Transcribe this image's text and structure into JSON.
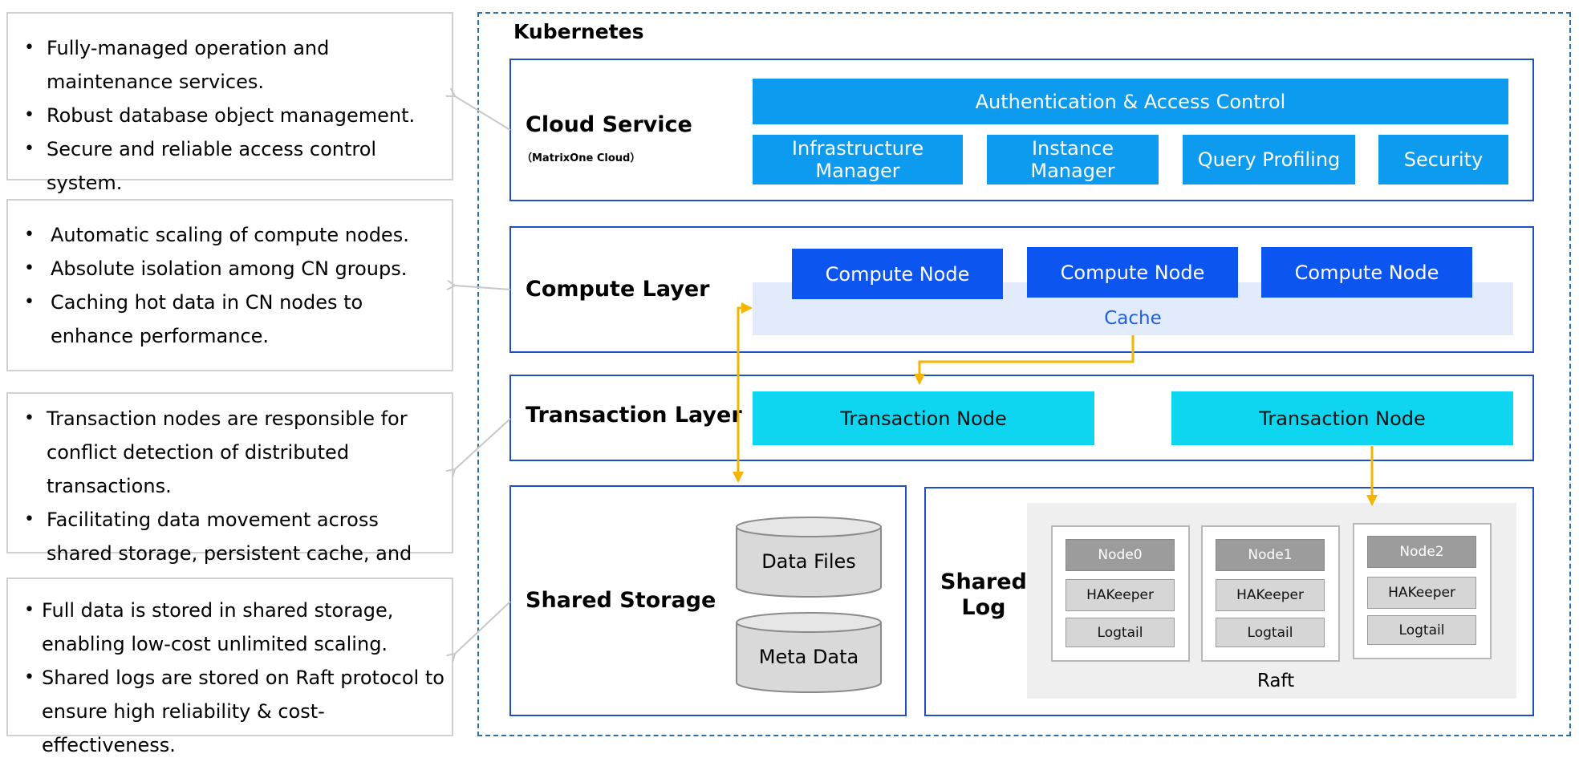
{
  "descriptions": [
    [
      "Fully-managed operation and maintenance services.",
      "Robust database object management.",
      "Secure and reliable access control system."
    ],
    [
      "Automatic scaling of compute nodes.",
      "Absolute isolation among CN groups.",
      "Caching hot data in CN nodes to enhance performance."
    ],
    [
      "Transaction nodes are responsible for conflict detection of distributed transactions.",
      "Facilitating data movement across shared storage, persistent cache, and memory."
    ],
    [
      "Full data is stored in shared storage, enabling low-cost unlimited scaling.",
      "Shared logs are stored on Raft protocol to ensure high reliability & cost-effectiveness."
    ]
  ],
  "kubernetes": {
    "title": "Kubernetes"
  },
  "cloud_service": {
    "label": "Cloud Service",
    "sublabel": "（MatrixOne Cloud）",
    "auth": "Authentication & Access Control",
    "infra_line1": "Infrastructure",
    "infra_line2": "Manager",
    "instance_line1": "Instance",
    "instance_line2": "Manager",
    "query": "Query Profiling",
    "security": "Security"
  },
  "compute_layer": {
    "label": "Compute Layer",
    "nodes": [
      "Compute Node",
      "Compute Node",
      "Compute Node"
    ],
    "cache": "Cache"
  },
  "transaction_layer": {
    "label": "Transaction Layer",
    "nodes": [
      "Transaction Node",
      "Transaction Node"
    ]
  },
  "shared_storage": {
    "label": "Shared Storage",
    "data_files": "Data Files",
    "meta_data": "Meta Data"
  },
  "shared_log": {
    "label_line1": "Shared",
    "label_line2": "Log",
    "raft": "Raft",
    "nodes": [
      {
        "name": "Node0",
        "hakeeper": "HAKeeper",
        "logtail": "Logtail"
      },
      {
        "name": "Node1",
        "hakeeper": "HAKeeper",
        "logtail": "Logtail"
      },
      {
        "name": "Node2",
        "hakeeper": "HAKeeper",
        "logtail": "Logtail"
      }
    ]
  },
  "colors": {
    "arrow": "#f5b400",
    "layer_border": "#1f4fc8",
    "cloud_box": "#0d9bf0",
    "compute_box": "#0d55f0",
    "transaction_box": "#0ed5f0",
    "cache_bg": "#e1ebfb"
  }
}
